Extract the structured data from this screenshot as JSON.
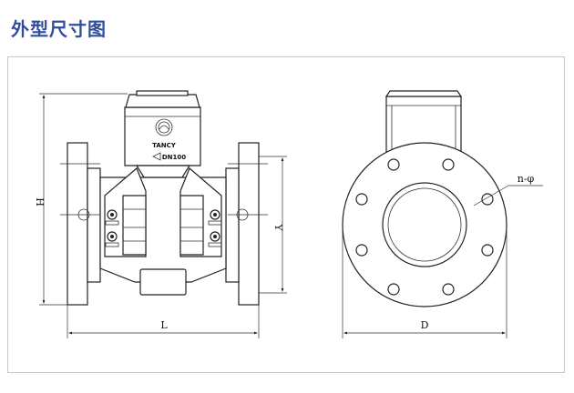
{
  "header": {
    "title": "外型尺寸图"
  },
  "dimensions": {
    "height_label": "H",
    "inner_height_label": "Y",
    "length_label": "L",
    "diameter_label": "D",
    "holes_label": "n-φ"
  },
  "meter": {
    "brand": "TANCY",
    "size_label": "DN100"
  }
}
